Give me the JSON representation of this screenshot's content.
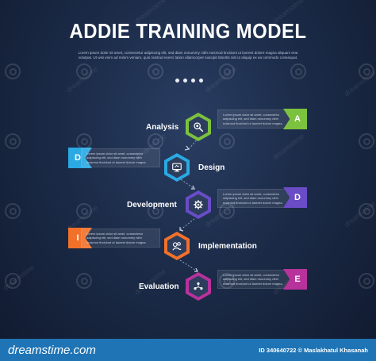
{
  "title": "ADDIE TRAINING MODEL",
  "intro_text": "Lorem ipsum dolor sit amet, consectetur adipiscing elit, sed diam nonummy nibh euismod tincidunt ut laoreet dolore magna aliquam erat volutpat. Ut wisi enim ad minim veniam, quis nostrud exerci tation ullamcorper suscipit lobortis nisl ut aliquip ex ea commodo consequat.",
  "steps": [
    {
      "name": "Analysis",
      "letter": "A",
      "color": "#7cc23e",
      "icon": "magnifier-gear-icon",
      "card_text": "Lorem ipsum dolor sit amet, consectetur adipiscing elit, sed diam nonummy nibh euismod tincidunt ut laoreet dolore magna."
    },
    {
      "name": "Design",
      "letter": "D",
      "color": "#2aa9e3",
      "icon": "monitor-design-icon",
      "card_text": "Lorem ipsum dolor sit amet, consectetur adipiscing elit, sed diam nonummy nibh euismod tincidunt ut laoreet dolore magna."
    },
    {
      "name": "Development",
      "letter": "D",
      "color": "#6a4cc7",
      "icon": "gear-icon",
      "card_text": "Lorem ipsum dolor sit amet, consectetur adipiscing elit, sed diam nonummy nibh euismod tincidunt ut laoreet dolore magna."
    },
    {
      "name": "Implementation",
      "letter": "I",
      "color": "#f2712a",
      "icon": "gears-hand-icon",
      "card_text": "Lorem ipsum dolor sit amet, consectetur adipiscing elit, sed diam nonummy nibh euismod tincidunt ut laoreet dolore magna."
    },
    {
      "name": "Evaluation",
      "letter": "E",
      "color": "#b8329c",
      "icon": "people-network-icon",
      "card_text": "Lorem ipsum dolor sit amet, consectetur adipiscing elit, sed diam nonummy nibh euismod tincidunt ut laoreet dolore magna."
    }
  ],
  "watermark": "dreamstime",
  "footer": {
    "site": "dreamstime.com",
    "meta": "ID 340640722  ©  Maslakhatul Khasanah"
  }
}
